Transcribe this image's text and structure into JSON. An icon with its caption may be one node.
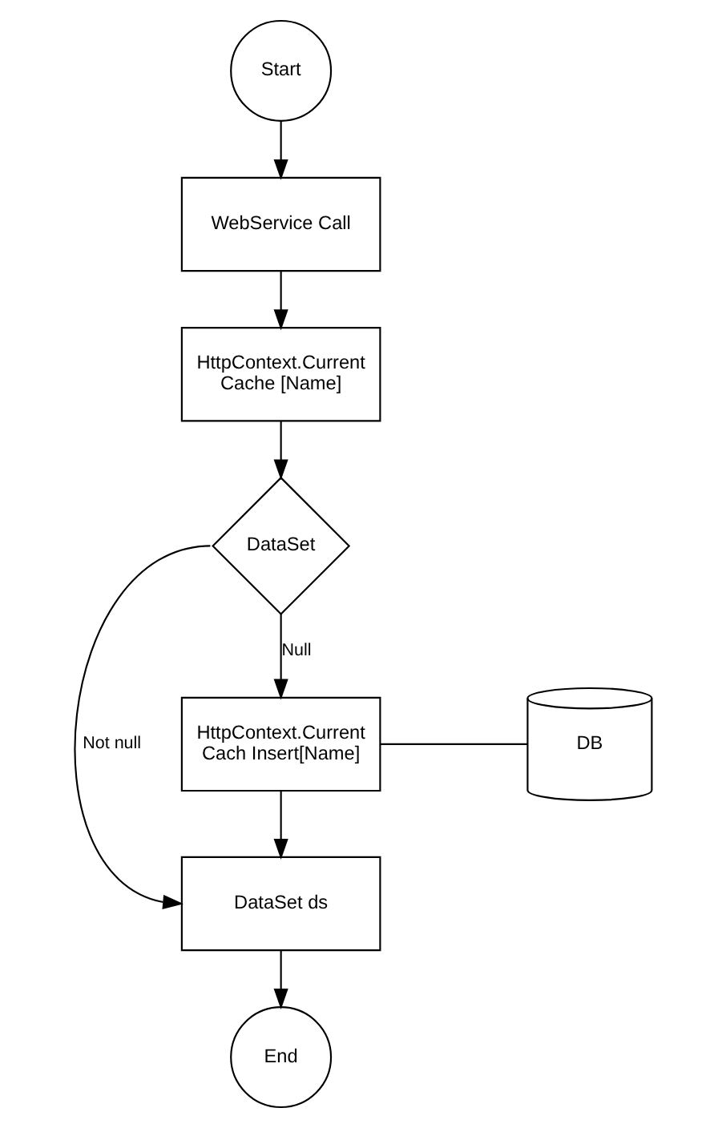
{
  "diagram": {
    "nodes": [
      {
        "text": [
          "Start"
        ]
      },
      {
        "text": [
          "WebService Call"
        ]
      },
      {
        "text": [
          "HttpContext.Current Cache [Name]"
        ]
      },
      {
        "text": [
          "DataSet"
        ]
      },
      {
        "text": [
          "HttpContext.Current Cach Insert[Name]"
        ]
      },
      {
        "text": [
          "DB"
        ]
      },
      {
        "text": [
          "DataSet ds"
        ]
      },
      {
        "text": [
          "End"
        ]
      }
    ],
    "edges": [
      {
        "from": 0,
        "to": 1,
        "arrow": "to"
      },
      {
        "from": 1,
        "to": 2,
        "arrow": "to"
      },
      {
        "from": 2,
        "to": 3,
        "arrow": "to"
      },
      {
        "from": 3,
        "to": 4,
        "arrow": "to",
        "label": "Null"
      },
      {
        "from": 3,
        "to": 6,
        "arrow": "to",
        "label": "Not null"
      },
      {
        "from": 4,
        "to": 5,
        "arrow": "none"
      },
      {
        "from": 4,
        "to": 6,
        "arrow": "to"
      },
      {
        "from": 6,
        "to": 7,
        "arrow": "to"
      }
    ]
  }
}
